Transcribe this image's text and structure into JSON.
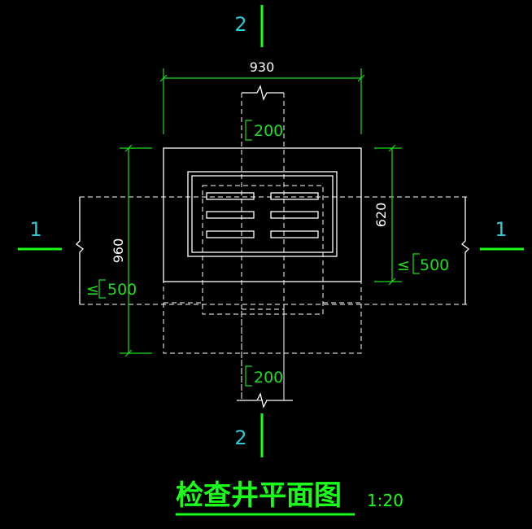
{
  "drawing": {
    "title": "检查井平面图",
    "scale": "1:20",
    "colors": {
      "background": "#000000",
      "geometry": "#ffffff",
      "dimension": "#1edc1e",
      "section_label": "#32c8d2",
      "title": "#19ff19"
    },
    "dimensions": {
      "top_width": "930",
      "top_pipe": "200",
      "bottom_pipe": "200",
      "left_height": "960",
      "left_pipe": "500",
      "right_height": "620",
      "right_pipe": "500"
    },
    "section_marks": {
      "top": "2",
      "bottom": "2",
      "left": "1",
      "right": "1"
    }
  }
}
